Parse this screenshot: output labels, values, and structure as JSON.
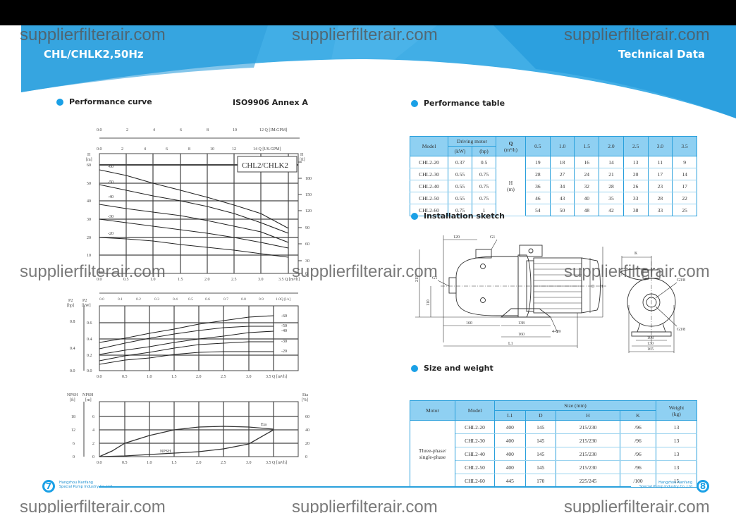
{
  "watermark": "supplierfilterair.com",
  "header": {
    "left_title": "CHL/CHLK2,50Hz",
    "right_title": "Technical Data"
  },
  "left_page": {
    "section_title": "Performance curve",
    "standard": "ISO9906 Annex A",
    "page_number": "7",
    "company_line1": "Hangzhou Nanfang",
    "company_line2": "Special Pump Industry Co.,Ltd"
  },
  "right_page": {
    "performance_section_title": "Performance table",
    "installation_section_title": "Installation sketch",
    "size_section_title": "Size and weight",
    "page_number": "8",
    "company_line1": "Hangzhou Nanfang",
    "company_line2": "Special Pump Industry Co.,Ltd"
  },
  "performance_table": {
    "headers": {
      "model": "Model",
      "driving_motor": "Driving motor",
      "kw": "(kW)",
      "hp": "(hp)",
      "q": "Q",
      "q_unit": "(m³/h)",
      "h": "H",
      "h_unit": "(m)",
      "flows": [
        "0.5",
        "1.0",
        "1.5",
        "2.0",
        "2.5",
        "3.0",
        "3.5"
      ]
    },
    "rows": [
      {
        "model": "CHL2-20",
        "kw": "0.37",
        "hp": "0.5",
        "h": [
          "19",
          "18",
          "16",
          "14",
          "13",
          "11",
          "9"
        ]
      },
      {
        "model": "CHL2-30",
        "kw": "0.55",
        "hp": "0.75",
        "h": [
          "28",
          "27",
          "24",
          "21",
          "20",
          "17",
          "14"
        ]
      },
      {
        "model": "CHL2-40",
        "kw": "0.55",
        "hp": "0.75",
        "h": [
          "36",
          "34",
          "32",
          "28",
          "26",
          "23",
          "17"
        ]
      },
      {
        "model": "CHL2-50",
        "kw": "0.55",
        "hp": "0.75",
        "h": [
          "46",
          "43",
          "40",
          "35",
          "33",
          "28",
          "22"
        ]
      },
      {
        "model": "CHL2-60",
        "kw": "0.75",
        "hp": "1",
        "h": [
          "54",
          "50",
          "48",
          "42",
          "38",
          "33",
          "25"
        ]
      }
    ]
  },
  "size_table": {
    "headers": {
      "motor": "Motor",
      "model": "Model",
      "size": "Size (mm)",
      "l1": "L1",
      "d": "D",
      "h": "H",
      "k": "K",
      "weight": "Weight",
      "weight_unit": "(kg)"
    },
    "motor_type_line1": "Three-phase/",
    "motor_type_line2": "single-phase",
    "rows": [
      {
        "model": "CHL2-20",
        "l1": "400",
        "d": "145",
        "h": "215/230",
        "k": "/96",
        "weight": "13"
      },
      {
        "model": "CHL2-30",
        "l1": "400",
        "d": "145",
        "h": "215/230",
        "k": "/96",
        "weight": "13"
      },
      {
        "model": "CHL2-40",
        "l1": "400",
        "d": "145",
        "h": "215/230",
        "k": "/96",
        "weight": "13"
      },
      {
        "model": "CHL2-50",
        "l1": "400",
        "d": "145",
        "h": "215/230",
        "k": "/96",
        "weight": "13"
      },
      {
        "model": "CHL2-60",
        "l1": "445",
        "d": "170",
        "h": "225/245",
        "k": "/100",
        "weight": "15"
      }
    ]
  },
  "sketch": {
    "dims": {
      "d120": "120",
      "g1_top": "G1",
      "g1_side": "G1",
      "d215": "215",
      "d110": "110",
      "d160a": "160",
      "d138": "138",
      "bolt": "4-Φ9",
      "d160b": "160",
      "l1": "L1",
      "d_mark": "D",
      "h_mark": "H",
      "k": "K",
      "g38a": "G3/8",
      "g38b": "G3/8",
      "d108": "108",
      "d130": "130",
      "d165": "165"
    }
  },
  "chart_data": [
    {
      "type": "line",
      "title": "CHL2/CHLK2",
      "xlabel": "Q [m³/h]",
      "ylabel": "H [m]",
      "ylabel_right": "H [ft]",
      "x_ticks": [
        "0.0",
        "0.5",
        "1.0",
        "1.5",
        "2.0",
        "2.5",
        "3.0",
        "3.5"
      ],
      "y_ticks": [
        "0",
        "10",
        "20",
        "30",
        "40",
        "50",
        "60"
      ],
      "y_right_ticks": [
        "0",
        "30",
        "60",
        "90",
        "120",
        "150",
        "180"
      ],
      "top_axis_us_gpm": {
        "label": "Q [US.GPM]",
        "ticks": [
          "0.0",
          "2",
          "4",
          "6",
          "8",
          "10",
          "12",
          "14"
        ]
      },
      "top_axis_im_gpm": {
        "label": "Q [IM.GPM]",
        "ticks": [
          "0.0",
          "2",
          "4",
          "6",
          "8",
          "10",
          "12"
        ]
      },
      "bottom_axis_ls": {
        "label": "Q [l/s]",
        "ticks": [
          "0.0",
          "0.1",
          "0.2",
          "0.3",
          "0.4",
          "0.5",
          "0.6",
          "0.7",
          "0.8",
          "0.9",
          "1.0"
        ]
      },
      "xlim": [
        0,
        3.5
      ],
      "ylim": [
        0,
        65
      ],
      "x": [
        0.0,
        0.5,
        1.0,
        1.5,
        2.0,
        2.5,
        3.0,
        3.5
      ],
      "series": [
        {
          "name": "-60",
          "values": [
            57,
            54,
            50,
            46,
            42,
            38,
            33,
            25
          ]
        },
        {
          "name": "-50",
          "values": [
            49,
            46,
            43,
            40,
            37,
            33,
            28,
            22
          ]
        },
        {
          "name": "-40",
          "values": [
            38,
            36,
            34,
            32,
            29,
            26,
            23,
            17
          ]
        },
        {
          "name": "-30",
          "values": [
            30,
            28,
            26,
            24,
            22,
            20,
            17,
            14
          ]
        },
        {
          "name": "-20",
          "values": [
            20,
            19,
            18,
            16,
            14.5,
            13,
            11,
            9
          ]
        }
      ]
    },
    {
      "type": "line",
      "title": "",
      "xlabel": "Q [m³/h]",
      "ylabel": "P2 [kW]",
      "ylabel_left": "P2 [hp]",
      "x_ticks": [
        "0.0",
        "0.5",
        "1.0",
        "1.5",
        "2.0",
        "2.5",
        "3.0",
        "3.5"
      ],
      "y_ticks": [
        "0.0",
        "0.2",
        "0.4",
        "0.6"
      ],
      "y_hp_ticks": [
        "0.0",
        "0.4",
        "0.8"
      ],
      "xlim": [
        0,
        4.0
      ],
      "ylim": [
        0,
        0.8
      ],
      "x": [
        0.0,
        0.5,
        1.0,
        1.5,
        2.0,
        2.5,
        3.0,
        3.5
      ],
      "series": [
        {
          "name": "-60",
          "values": [
            0.35,
            0.4,
            0.46,
            0.51,
            0.57,
            0.62,
            0.66,
            0.68
          ]
        },
        {
          "name": "-50",
          "values": [
            0.27,
            0.34,
            0.4,
            0.45,
            0.5,
            0.53,
            0.55,
            0.55
          ]
        },
        {
          "name": "-40",
          "values": [
            0.2,
            0.25,
            0.3,
            0.35,
            0.39,
            0.43,
            0.47,
            0.49
          ]
        },
        {
          "name": "-30",
          "values": [
            0.12,
            0.18,
            0.23,
            0.28,
            0.32,
            0.34,
            0.36,
            0.36
          ]
        },
        {
          "name": "-20",
          "values": [
            0.08,
            0.13,
            0.16,
            0.2,
            0.23,
            0.24,
            0.24,
            0.24
          ]
        }
      ]
    },
    {
      "type": "line",
      "title": "",
      "xlabel": "Q [m³/h]",
      "ylabel": "NPSH [m]",
      "ylabel_ft": "NPSH [ft]",
      "ylabel_right": "Eta [%]",
      "x_ticks": [
        "0.0",
        "0.5",
        "1.0",
        "1.5",
        "2.0",
        "2.5",
        "3.0",
        "3.5"
      ],
      "y_ticks": [
        "0",
        "2",
        "4",
        "6"
      ],
      "y_ft_ticks": [
        "0",
        "6",
        "12",
        "18"
      ],
      "y_right_ticks": [
        "0",
        "20",
        "40",
        "60"
      ],
      "xlim": [
        0,
        4.0
      ],
      "ylim": [
        0,
        8
      ],
      "x": [
        0.0,
        0.5,
        1.0,
        1.5,
        2.0,
        2.5,
        3.0,
        3.5
      ],
      "series": [
        {
          "name": "NPSH",
          "axis": "m",
          "values": [
            0.0,
            0.1,
            0.3,
            0.5,
            0.8,
            1.3,
            2.0,
            3.9
          ]
        },
        {
          "name": "Eta",
          "axis": "%",
          "values": [
            0,
            20,
            32,
            40,
            44,
            45,
            44,
            41
          ]
        }
      ]
    }
  ]
}
